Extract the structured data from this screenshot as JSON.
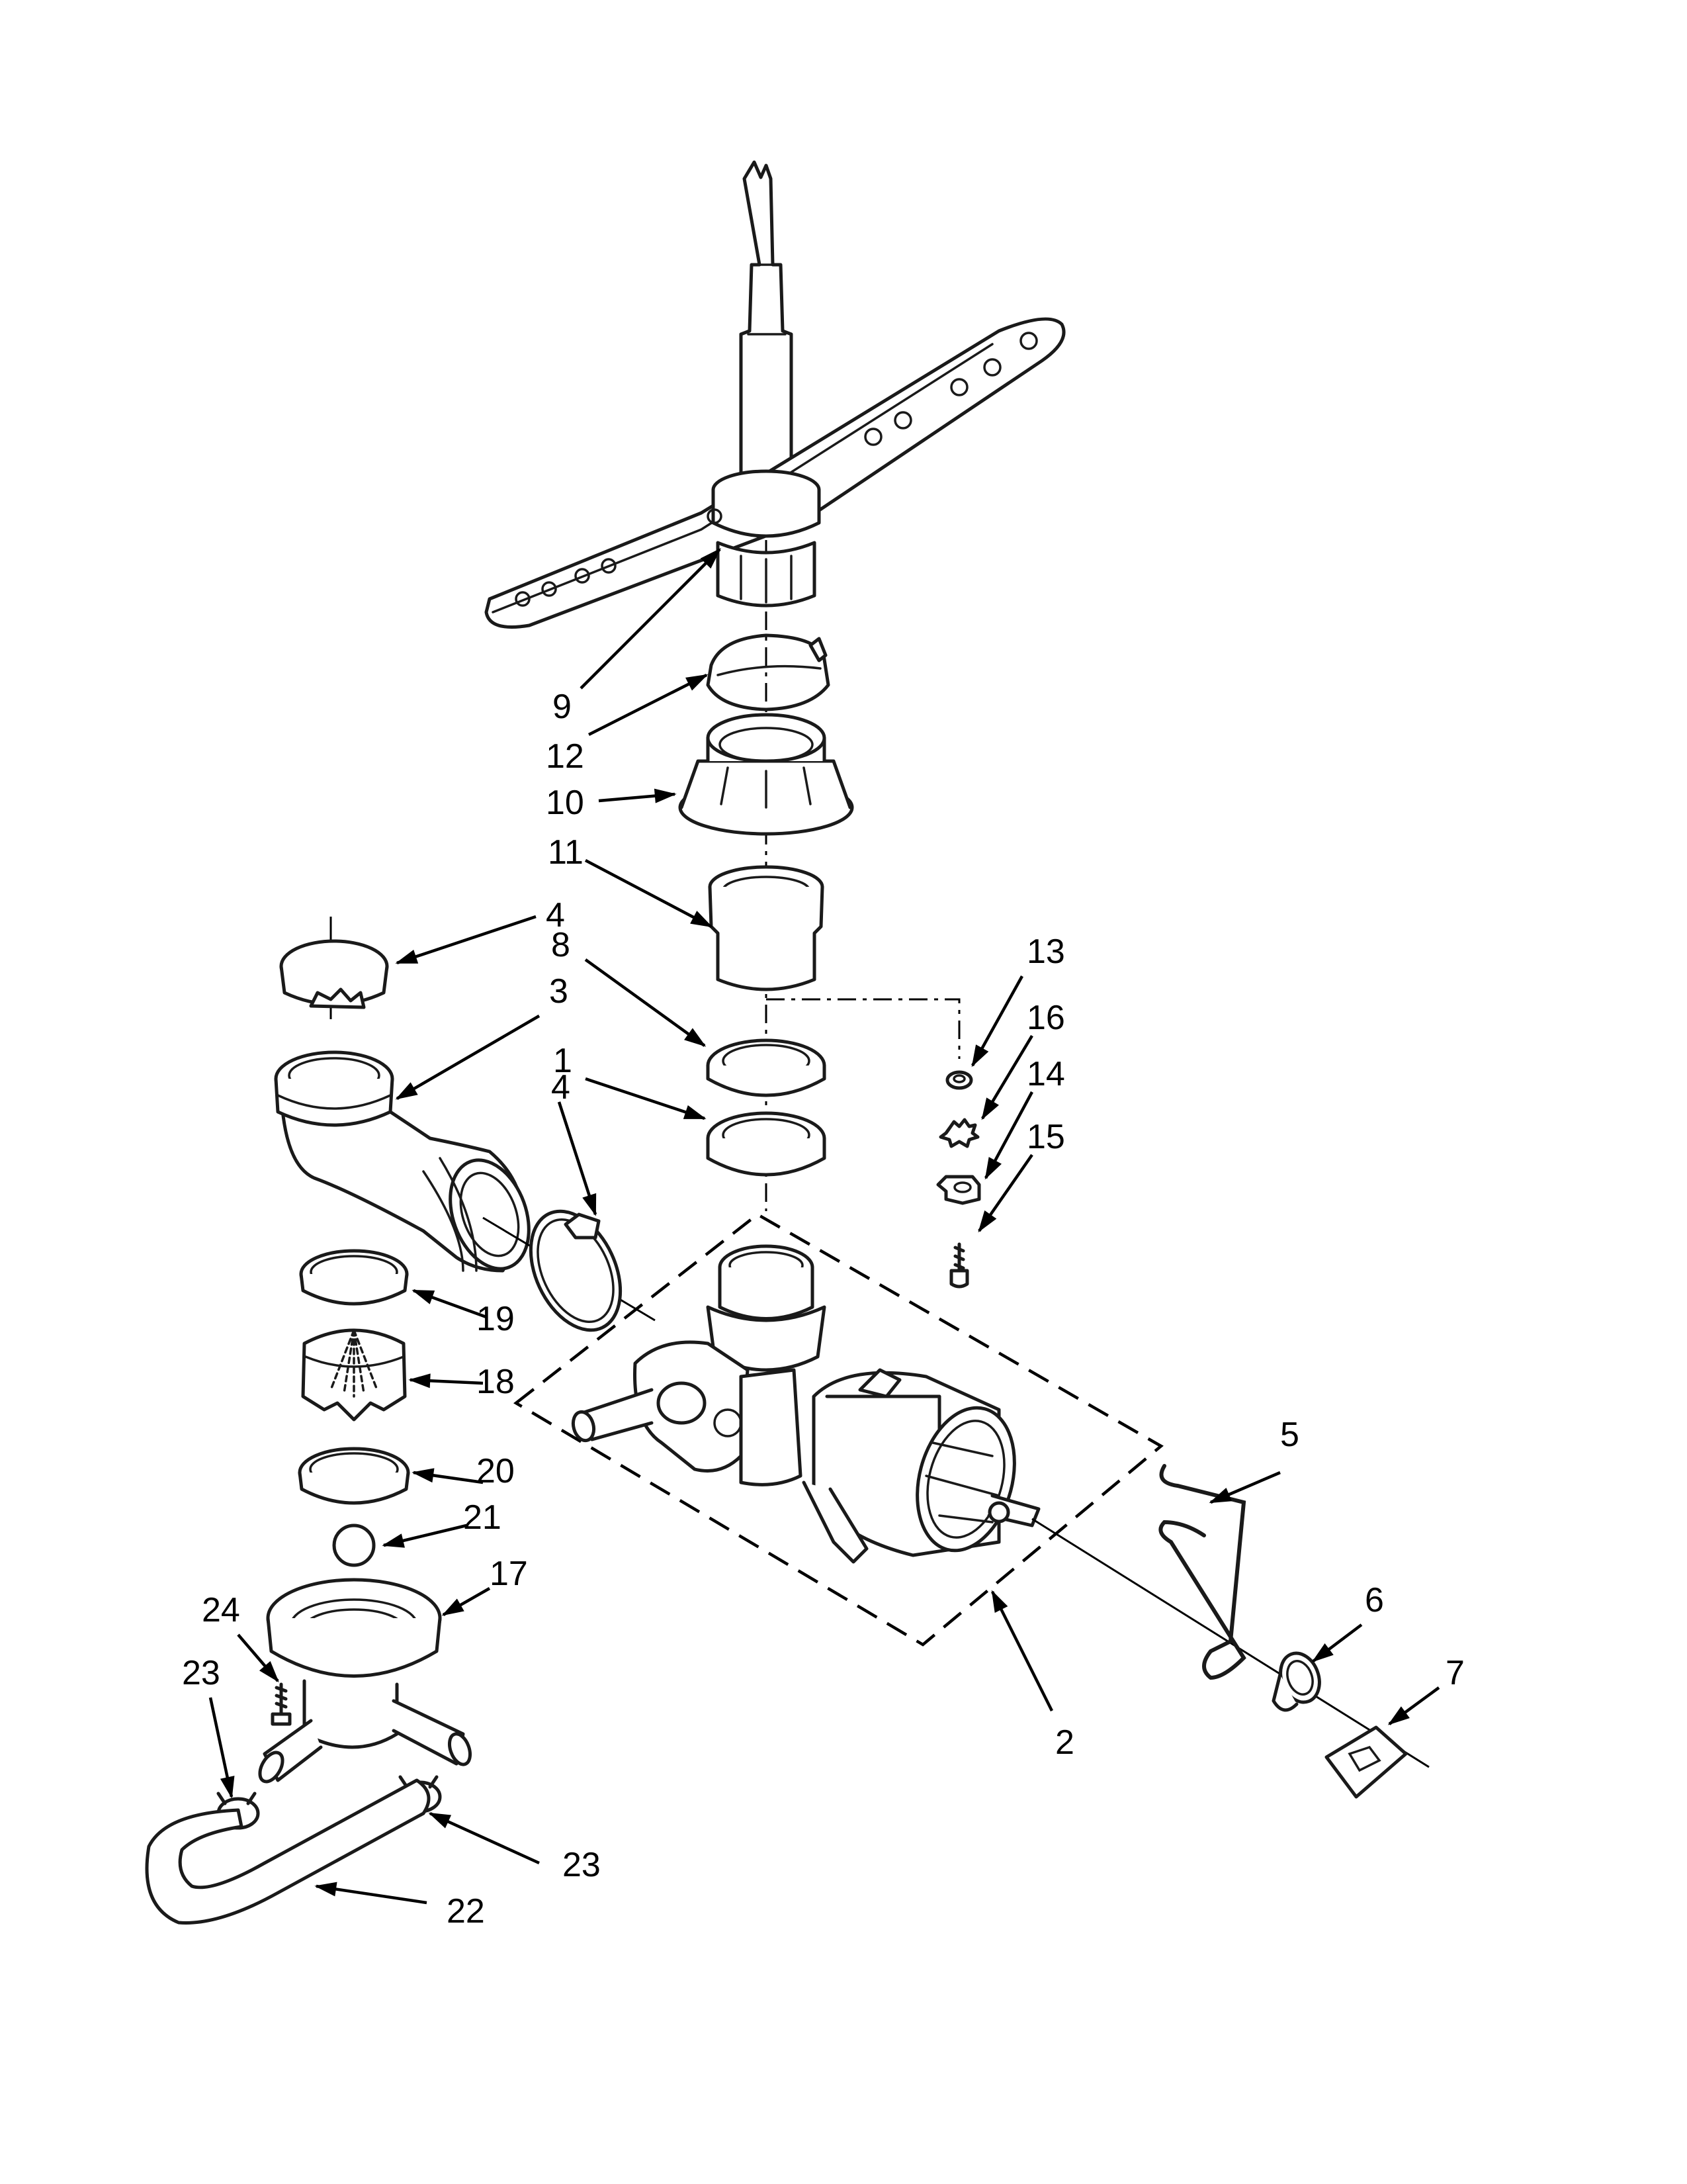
{
  "diagram": {
    "callouts": [
      {
        "id": "c9",
        "label": "9"
      },
      {
        "id": "c12",
        "label": "12"
      },
      {
        "id": "c10",
        "label": "10"
      },
      {
        "id": "c11",
        "label": "11"
      },
      {
        "id": "c4a",
        "label": "4"
      },
      {
        "id": "c8",
        "label": "8"
      },
      {
        "id": "c3",
        "label": "3"
      },
      {
        "id": "c1",
        "label": "1"
      },
      {
        "id": "c4b",
        "label": "4"
      },
      {
        "id": "c13",
        "label": "13"
      },
      {
        "id": "c16",
        "label": "16"
      },
      {
        "id": "c14",
        "label": "14"
      },
      {
        "id": "c15",
        "label": "15"
      },
      {
        "id": "c19",
        "label": "19"
      },
      {
        "id": "c18",
        "label": "18"
      },
      {
        "id": "c20",
        "label": "20"
      },
      {
        "id": "c21",
        "label": "21"
      },
      {
        "id": "c17",
        "label": "17"
      },
      {
        "id": "c24",
        "label": "24"
      },
      {
        "id": "c23a",
        "label": "23"
      },
      {
        "id": "c23b",
        "label": "23"
      },
      {
        "id": "c22",
        "label": "22"
      },
      {
        "id": "c5",
        "label": "5"
      },
      {
        "id": "c6",
        "label": "6"
      },
      {
        "id": "c7",
        "label": "7"
      },
      {
        "id": "c2",
        "label": "2"
      }
    ]
  }
}
